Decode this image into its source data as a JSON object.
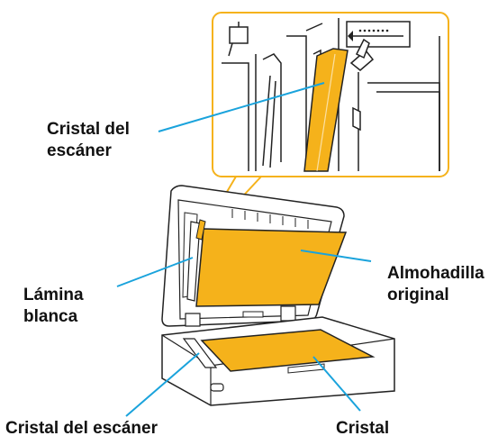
{
  "labels": {
    "scanner_glass_top_line1": "Cristal del",
    "scanner_glass_top_line2": "escáner",
    "white_sheet_line1": "Lámina",
    "white_sheet_line2": "blanca",
    "original_pad_line1": "Almohadilla",
    "original_pad_line2": "original",
    "scanner_glass_bottom": "Cristal del escáner",
    "glass": "Cristal"
  },
  "colors": {
    "highlight": "#f5b21b",
    "callout_line": "#1aa3dc",
    "outline": "#222222",
    "label_text": "#111111"
  },
  "icons": [
    "scanner-illustration",
    "zoom-inset"
  ]
}
